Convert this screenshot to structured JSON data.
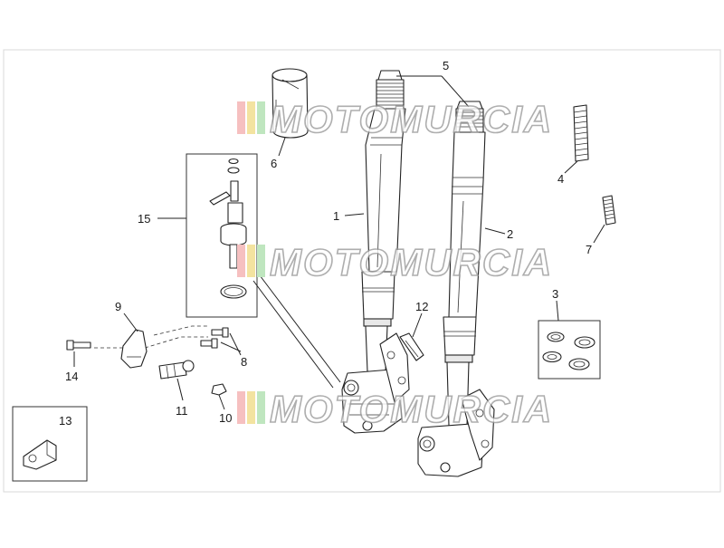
{
  "watermark": {
    "brand": "MOTOMURCIA",
    "bar_colors": [
      "#f6c0c0",
      "#f3e3a0",
      "#bfe6bf"
    ]
  },
  "callouts": {
    "c1": "1",
    "c2": "2",
    "c3": "3",
    "c4": "4",
    "c5": "5",
    "c6": "6",
    "c7": "7",
    "c8": "8",
    "c9": "9",
    "c10": "10",
    "c11": "11",
    "c12": "12",
    "c13": "13",
    "c14": "14",
    "c15": "15"
  }
}
